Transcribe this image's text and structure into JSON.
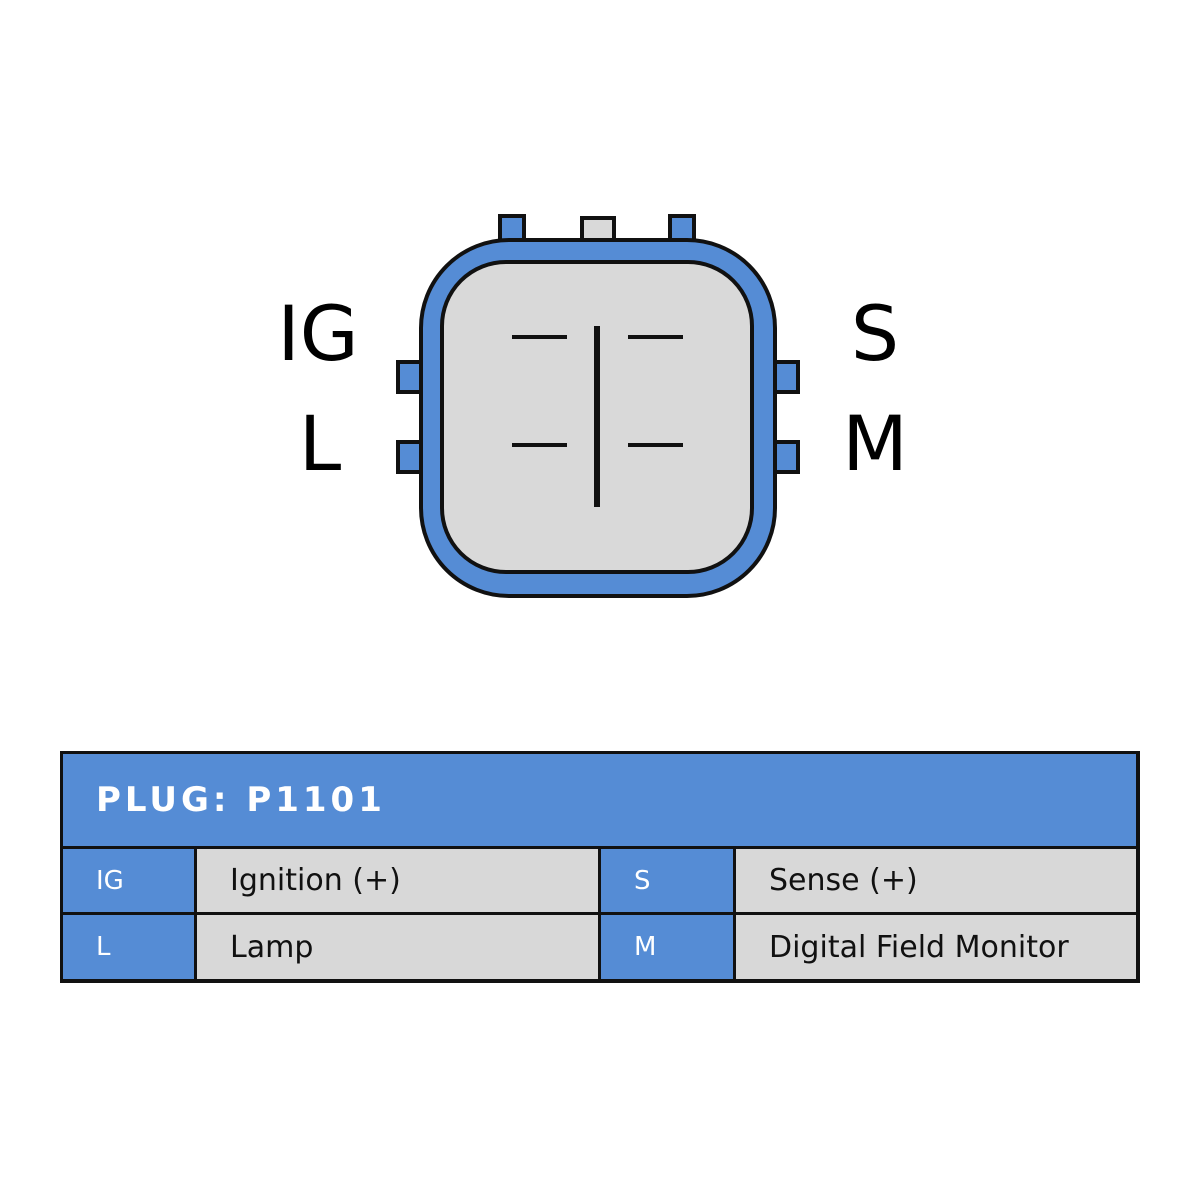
{
  "diagram": {
    "pin_labels": {
      "top_left": "IG",
      "bottom_left": "L",
      "top_right": "S",
      "bottom_right": "M"
    },
    "colors": {
      "housing_blue": "#558cd5",
      "face_gray": "#d9d9d9",
      "outline": "#111111"
    }
  },
  "table": {
    "header": "PLUG: P1101",
    "rows": [
      {
        "left_code": "IG",
        "left_desc": "Ignition (+)",
        "right_code": "S",
        "right_desc": "Sense (+)"
      },
      {
        "left_code": "L",
        "left_desc": "Lamp",
        "right_code": "M",
        "right_desc": "Digital Field Monitor"
      }
    ]
  }
}
